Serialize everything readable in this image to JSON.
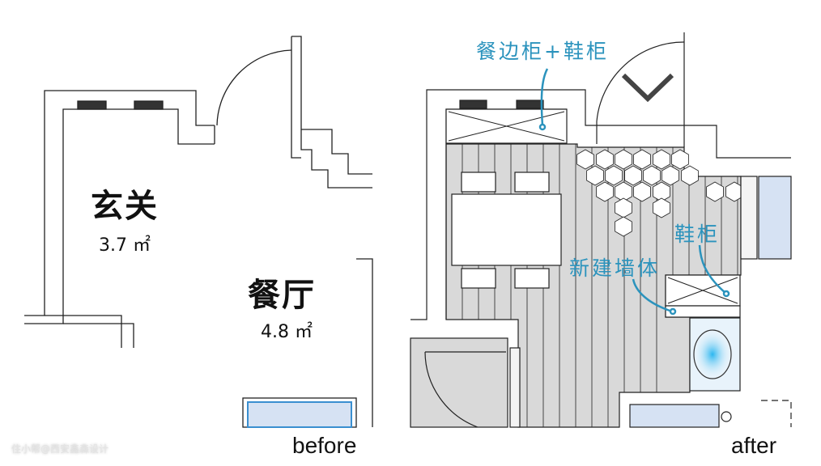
{
  "before": {
    "caption": "before",
    "rooms": [
      {
        "name": "玄关",
        "area": "3.7 ㎡"
      },
      {
        "name": "餐厅",
        "area": "4.8 ㎡"
      }
    ]
  },
  "after": {
    "caption": "after",
    "annotations": {
      "sideboard": "餐边柜+鞋柜",
      "shoe_cabinet": "鞋柜",
      "new_wall": "新建墙体"
    }
  },
  "watermark": "住小帮@西安鑫森设计",
  "colors": {
    "annotation": "#2b93bd",
    "floor": "#d9d9d9",
    "glass": "#d6e2f3",
    "line": "#222222"
  }
}
